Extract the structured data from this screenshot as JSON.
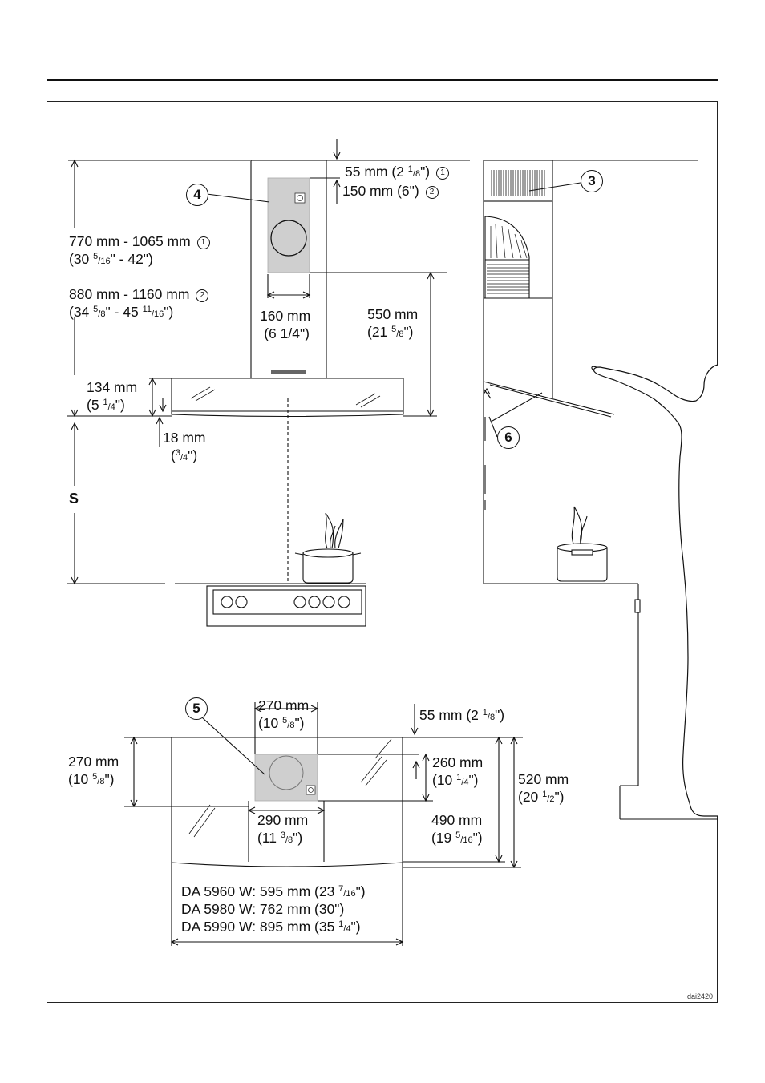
{
  "header": {},
  "side_view": {
    "dim_top_1": {
      "a": "55 mm (2 ",
      "b": "1",
      "c": "/8",
      "d": "\") ",
      "e": "1"
    },
    "dim_top_2": {
      "a": "150 mm (6\") ",
      "b": "2"
    },
    "dim_height_1": {
      "line1": "770 mm - 1065 mm ",
      "mark": "1",
      "l2a": "(30 ",
      "l2b": "5",
      "l2c": "/16",
      "l2d": "\" - 42\")"
    },
    "dim_height_2": {
      "line1": "880 mm - 1160 mm ",
      "mark": "2",
      "l2a": "(34 ",
      "l2b": "5",
      "l2c": "/8",
      "l2d": "\" - 45 ",
      "l2e": "11",
      "l2f": "/16",
      "l2g": "\")"
    },
    "dim_width": {
      "line1": "160 mm",
      "line2": "(6 1/4\")"
    },
    "dim_550": {
      "line1": "550 mm",
      "l2a": "(21 ",
      "l2b": "5",
      "l2c": "/8",
      "l2d": "\")"
    },
    "dim_134": {
      "line1": "134 mm",
      "l2a": "(5 ",
      "l2b": "1",
      "l2c": "/4",
      "l2d": "\")"
    },
    "dim_18": {
      "line1": "18 mm",
      "l2a": "(",
      "l2b": "3",
      "l2c": "/4",
      "l2d": "\")"
    },
    "s_label": "S",
    "callout_4": "4"
  },
  "room_view": {
    "callout_3": "3",
    "callout_6": "6"
  },
  "top_view": {
    "callout_5": "5",
    "dim_270_top": {
      "line1": "270 mm",
      "l2a": "(10 ",
      "l2b": "5",
      "l2c": "/8",
      "l2d": "\")"
    },
    "dim_55": {
      "a": "55 mm (2 ",
      "b": "1",
      "c": "/8",
      "d": "\")"
    },
    "dim_270_left": {
      "line1": "270 mm",
      "l2a": "(10 ",
      "l2b": "5",
      "l2c": "/8",
      "l2d": "\")"
    },
    "dim_260": {
      "line1": "260 mm",
      "l2a": "(10 ",
      "l2b": "1",
      "l2c": "/4",
      "l2d": "\")"
    },
    "dim_520": {
      "line1": "520 mm",
      "l2a": "(20 ",
      "l2b": "1",
      "l2c": "/2",
      "l2d": "\")"
    },
    "dim_290": {
      "line1": "290 mm",
      "l2a": "(11 ",
      "l2b": "3",
      "l2c": "/8",
      "l2d": "\")"
    },
    "dim_490": {
      "line1": "490 mm",
      "l2a": "(19 ",
      "l2b": "5",
      "l2c": "/16",
      "l2d": "\")"
    },
    "models": [
      {
        "a": "DA 5960 W: 595 mm (23 ",
        "b": "7",
        "c": "/16",
        "d": "\")"
      },
      {
        "a": "DA 5980 W: 762 mm (30\")",
        "b": "",
        "c": "",
        "d": ""
      },
      {
        "a": "DA 5990 W: 895 mm (35 ",
        "b": "1",
        "c": "/4",
        "d": "\")"
      }
    ]
  },
  "figure_code": "dai2420"
}
